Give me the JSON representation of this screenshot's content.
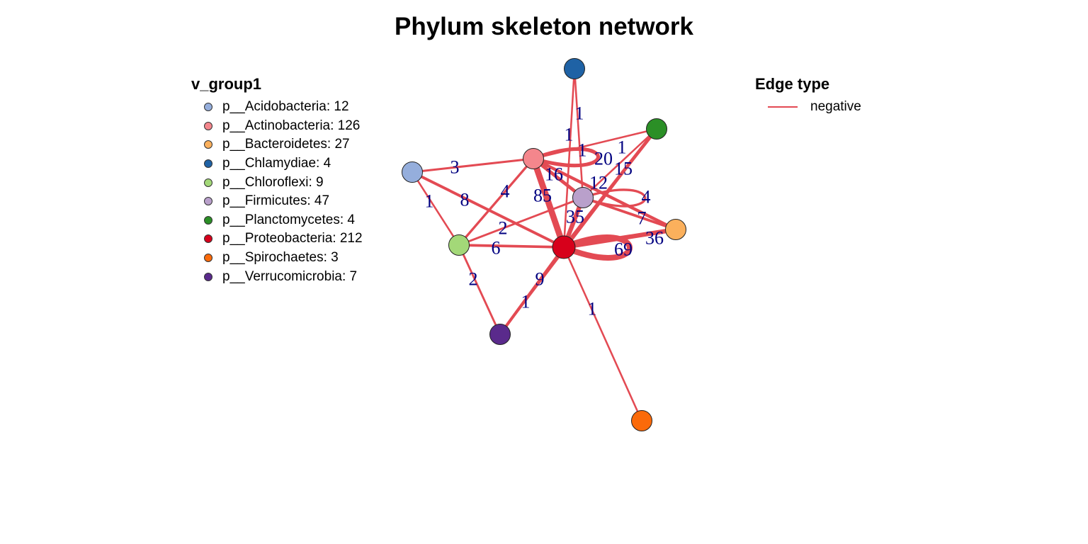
{
  "title": "Phylum skeleton network",
  "legend_nodes": {
    "title": "v_group1",
    "items": [
      {
        "label": "p__Acidobacteria: 12",
        "color": "#95aedc"
      },
      {
        "label": "p__Actinobacteria: 126",
        "color": "#f4868c"
      },
      {
        "label": "p__Bacteroidetes: 27",
        "color": "#fbb05c"
      },
      {
        "label": "p__Chlamydiae: 4",
        "color": "#1f62a5"
      },
      {
        "label": "p__Chloroflexi: 9",
        "color": "#a3d878"
      },
      {
        "label": "p__Firmicutes: 47",
        "color": "#b9a0cb"
      },
      {
        "label": "p__Planctomycetes: 4",
        "color": "#2b8f26"
      },
      {
        "label": "p__Proteobacteria: 212",
        "color": "#d7001b"
      },
      {
        "label": "p__Spirochaetes: 3",
        "color": "#fb6a0a"
      },
      {
        "label": "p__Verrucomicrobia: 7",
        "color": "#5a2a8c"
      }
    ]
  },
  "legend_edges": {
    "title": "Edge type",
    "items": [
      {
        "label": "negative",
        "color": "#e34a53"
      }
    ]
  },
  "network": {
    "nodes": [
      {
        "id": "Acidobacteria",
        "color": "#95aedc"
      },
      {
        "id": "Actinobacteria",
        "color": "#f4868c"
      },
      {
        "id": "Bacteroidetes",
        "color": "#fbb05c"
      },
      {
        "id": "Chlamydiae",
        "color": "#1f62a5"
      },
      {
        "id": "Chloroflexi",
        "color": "#a3d878"
      },
      {
        "id": "Firmicutes",
        "color": "#b9a0cb"
      },
      {
        "id": "Planctomycetes",
        "color": "#2b8f26"
      },
      {
        "id": "Proteobacteria",
        "color": "#d7001b"
      },
      {
        "id": "Spirochaetes",
        "color": "#fb6a0a"
      },
      {
        "id": "Verrucomicrobia",
        "color": "#5a2a8c"
      }
    ],
    "edges": [
      {
        "source": "Chlamydiae",
        "target": "Firmicutes",
        "weight": 1
      },
      {
        "source": "Chlamydiae",
        "target": "Proteobacteria",
        "weight": 1
      },
      {
        "source": "Actinobacteria",
        "target": "Planctomycetes",
        "weight": 1
      },
      {
        "source": "Actinobacteria",
        "target": "Actinobacteria",
        "weight": 20
      },
      {
        "source": "Acidobacteria",
        "target": "Actinobacteria",
        "weight": 3
      },
      {
        "source": "Acidobacteria",
        "target": "Chloroflexi",
        "weight": 1
      },
      {
        "source": "Acidobacteria",
        "target": "Proteobacteria",
        "weight": 8
      },
      {
        "source": "Actinobacteria",
        "target": "Chloroflexi",
        "weight": 4
      },
      {
        "source": "Actinobacteria",
        "target": "Proteobacteria",
        "weight": 85
      },
      {
        "source": "Actinobacteria",
        "target": "Firmicutes",
        "weight": 16
      },
      {
        "source": "Actinobacteria",
        "target": "Bacteroidetes",
        "weight": 12
      },
      {
        "source": "Planctomycetes",
        "target": "Proteobacteria",
        "weight": 15
      },
      {
        "source": "Planctomycetes",
        "target": "Firmicutes",
        "weight": 1
      },
      {
        "source": "Firmicutes",
        "target": "Firmicutes",
        "weight": 4
      },
      {
        "source": "Firmicutes",
        "target": "Bacteroidetes",
        "weight": 7
      },
      {
        "source": "Firmicutes",
        "target": "Proteobacteria",
        "weight": 35
      },
      {
        "source": "Proteobacteria",
        "target": "Bacteroidetes",
        "weight": 36
      },
      {
        "source": "Proteobacteria",
        "target": "Proteobacteria",
        "weight": 69
      },
      {
        "source": "Chloroflexi",
        "target": "Firmicutes",
        "weight": 2
      },
      {
        "source": "Chloroflexi",
        "target": "Proteobacteria",
        "weight": 6
      },
      {
        "source": "Chloroflexi",
        "target": "Verrucomicrobia",
        "weight": 2
      },
      {
        "source": "Verrucomicrobia",
        "target": "Proteobacteria",
        "weight": 9
      },
      {
        "source": "Verrucomicrobia",
        "target": "Planctomycetes",
        "weight": 1
      },
      {
        "source": "Proteobacteria",
        "target": "Spirochaetes",
        "weight": 1
      }
    ]
  }
}
